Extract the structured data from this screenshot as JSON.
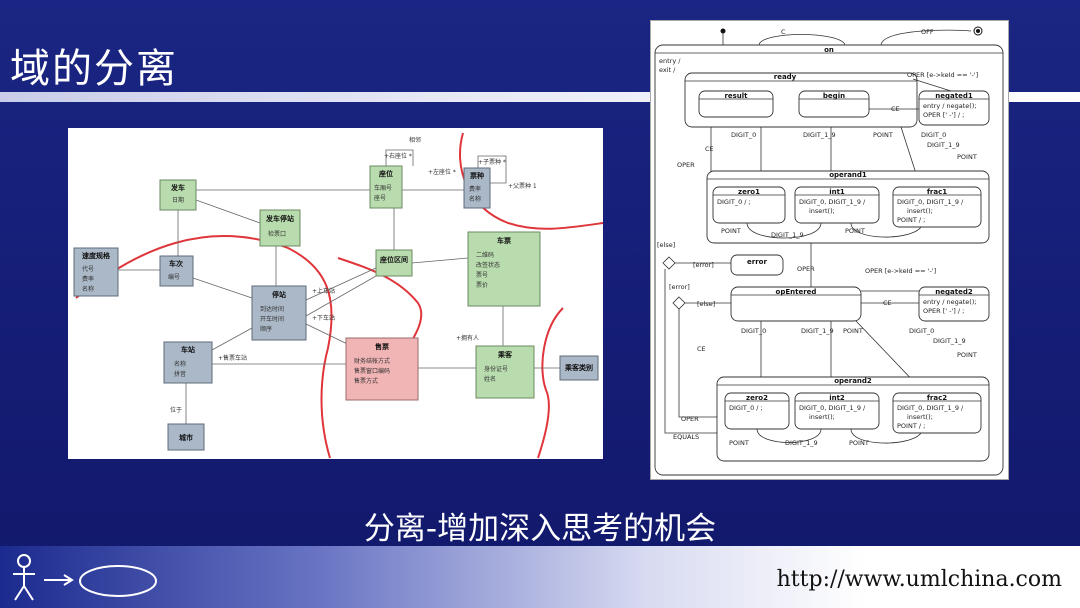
{
  "slide": {
    "title": "域的分离",
    "subtitle": "分离-增加深入思考的机会",
    "url": "http://www.umlchina.com"
  },
  "domain_diagram": {
    "classes": {
      "fache": {
        "name": "发车",
        "attrs": [
          "日期"
        ]
      },
      "zuowei": {
        "name": "座位",
        "attrs": [
          "车厢号",
          "座号"
        ]
      },
      "piaozhong": {
        "name": "票种",
        "attrs": [
          "费率",
          "名称"
        ]
      },
      "fachezhan": {
        "name": "发车停站",
        "attrs": [
          "检票口"
        ]
      },
      "yunxing": {
        "name": "速度规格",
        "attrs": [
          "代号",
          "费率",
          "名称"
        ]
      },
      "checi": {
        "name": "车次",
        "attrs": [
          "编号"
        ]
      },
      "zuoweiqujian": {
        "name": "座位区间",
        "attrs": []
      },
      "chepiao": {
        "name": "车票",
        "attrs": [
          "二维码",
          "改签状态",
          "票号",
          "票价"
        ]
      },
      "tingzhan": {
        "name": "停站",
        "attrs": [
          "到达时间",
          "开车时间",
          "顺序"
        ]
      },
      "chezhan": {
        "name": "车站",
        "attrs": [
          "名称",
          "拼音"
        ]
      },
      "shoupiao": {
        "name": "售票",
        "attrs": [
          "财务结帐方式",
          "售票窗口编码",
          "售票方式"
        ]
      },
      "chengke": {
        "name": "乘客",
        "attrs": [
          "身份证号",
          "姓名"
        ]
      },
      "chengkeleibie": {
        "name": "乘客类别",
        "attrs": []
      },
      "chengshi": {
        "name": "城市",
        "attrs": []
      }
    },
    "labels": {
      "xianglin": "相邻",
      "youzuowei": "+右座位 *",
      "zuozuowei": "+左座位 *",
      "zipiaozhong": "+子票种 *",
      "fupiaozhong": "+父票种 1",
      "shangchezhan": "+上车站",
      "xiachezhan": "+下车站",
      "yongyouren": "+拥有人",
      "shoupiaochezhan": "+售票车站",
      "weiyu": "位于"
    }
  },
  "state_diagram": {
    "top": {
      "c": "C",
      "off": "OFF"
    },
    "on": {
      "name": "on",
      "actions": [
        "entry /",
        "exit /"
      ]
    },
    "ready": {
      "name": "ready"
    },
    "result": {
      "name": "result"
    },
    "begin": {
      "name": "begin"
    },
    "negated1": {
      "name": "negated1",
      "actions": [
        "entry / negate();",
        "OPER [' -'] / ;"
      ]
    },
    "operand1": {
      "name": "operand1"
    },
    "zero1": {
      "name": "zero1",
      "actions": [
        "DIGIT_0 / ;"
      ]
    },
    "int1": {
      "name": "int1",
      "actions": [
        "DIGIT_0, DIGIT_1_9 /",
        "insert();"
      ]
    },
    "frac1": {
      "name": "frac1",
      "actions": [
        "DIGIT_0, DIGIT_1_9 /",
        "insert();",
        "POINT / ;"
      ]
    },
    "error": {
      "name": "error"
    },
    "opEntered": {
      "name": "opEntered"
    },
    "negated2": {
      "name": "negated2",
      "actions": [
        "entry / negate();",
        "OPER [' -'] / ;"
      ]
    },
    "operand2": {
      "name": "operand2"
    },
    "zero2": {
      "name": "zero2",
      "actions": [
        "DIGIT_0 / ;"
      ]
    },
    "int2": {
      "name": "int2",
      "actions": [
        "DIGIT_0, DIGIT_1_9 /",
        "insert();"
      ]
    },
    "frac2": {
      "name": "frac2",
      "actions": [
        "DIGIT_0, DIGIT_1_9 /",
        "insert();",
        "POINT / ;"
      ]
    },
    "transitions": {
      "oper_keid1": "OPER [e->keId == '-']",
      "oper_keid2": "OPER [e->keId == '-']",
      "ce": "CE",
      "digit0": "DIGIT_0",
      "digit19": "DIGIT_1_9",
      "point": "POINT",
      "oper": "OPER",
      "else": "[else]",
      "error": "[error]",
      "equals": "EQUALS"
    }
  }
}
